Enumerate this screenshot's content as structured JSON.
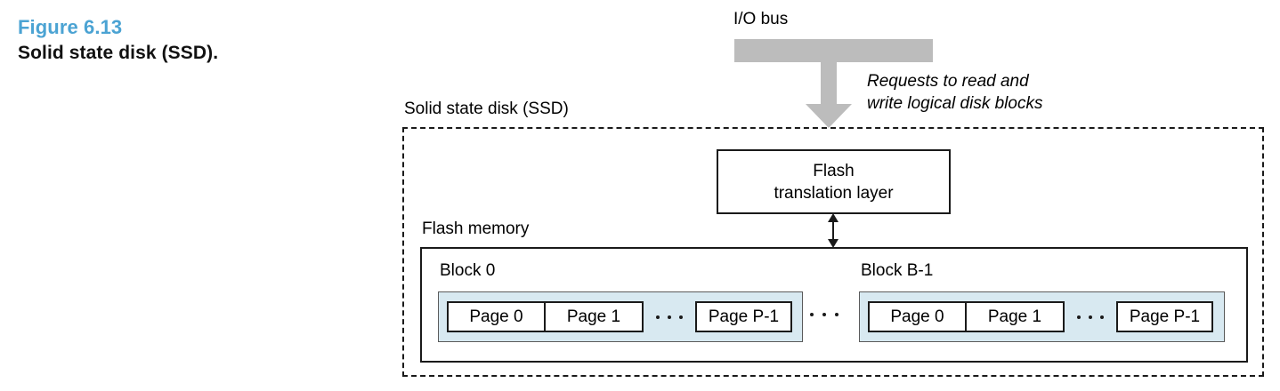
{
  "figure": {
    "number": "Figure 6.13",
    "title": "Solid state disk (SSD).",
    "number_color": "#4ba3d3"
  },
  "diagram": {
    "io_bus": {
      "label": "I/O bus",
      "bar_color": "#bcbcbc",
      "arrow_color": "#bcbcbc",
      "annotation_line1": "Requests to read and",
      "annotation_line2": "write logical disk blocks"
    },
    "ssd": {
      "label": "Solid state disk (SSD)",
      "flash_translation_layer": {
        "line1": "Flash",
        "line2": "translation layer"
      },
      "flash_memory": {
        "label": "Flash memory",
        "block_fill_color": "#d8e9f1",
        "blocks": [
          {
            "label": "Block 0",
            "pages": [
              "Page 0",
              "Page 1",
              "Page P-1"
            ]
          },
          {
            "label": "Block B-1",
            "pages": [
              "Page 0",
              "Page 1",
              "Page P-1"
            ]
          }
        ]
      }
    }
  }
}
